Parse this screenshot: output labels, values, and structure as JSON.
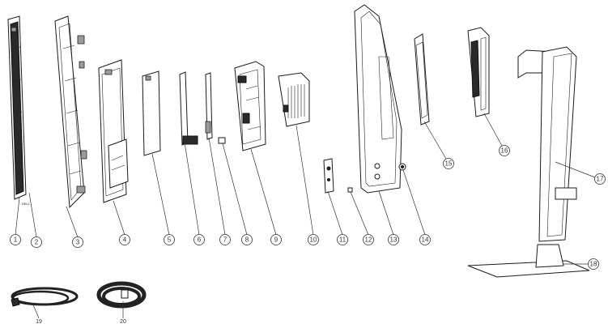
{
  "callouts": [
    {
      "id": "c1",
      "label": "1"
    },
    {
      "id": "c2",
      "label": "2"
    },
    {
      "id": "c3",
      "label": "3"
    },
    {
      "id": "c4",
      "label": "4"
    },
    {
      "id": "c5",
      "label": "5"
    },
    {
      "id": "c6",
      "label": "6"
    },
    {
      "id": "c7",
      "label": "7"
    },
    {
      "id": "c8",
      "label": "8"
    },
    {
      "id": "c9",
      "label": "9"
    },
    {
      "id": "c10",
      "label": "10"
    },
    {
      "id": "c11",
      "label": "11"
    },
    {
      "id": "c12",
      "label": "12"
    },
    {
      "id": "c13",
      "label": "13"
    },
    {
      "id": "c14",
      "label": "14"
    },
    {
      "id": "c15",
      "label": "15"
    },
    {
      "id": "c16",
      "label": "16"
    },
    {
      "id": "c17",
      "label": "17"
    },
    {
      "id": "c18",
      "label": "18"
    }
  ],
  "loose_labels": {
    "l19": "19",
    "l20": "20"
  },
  "logo_text": "DELL"
}
